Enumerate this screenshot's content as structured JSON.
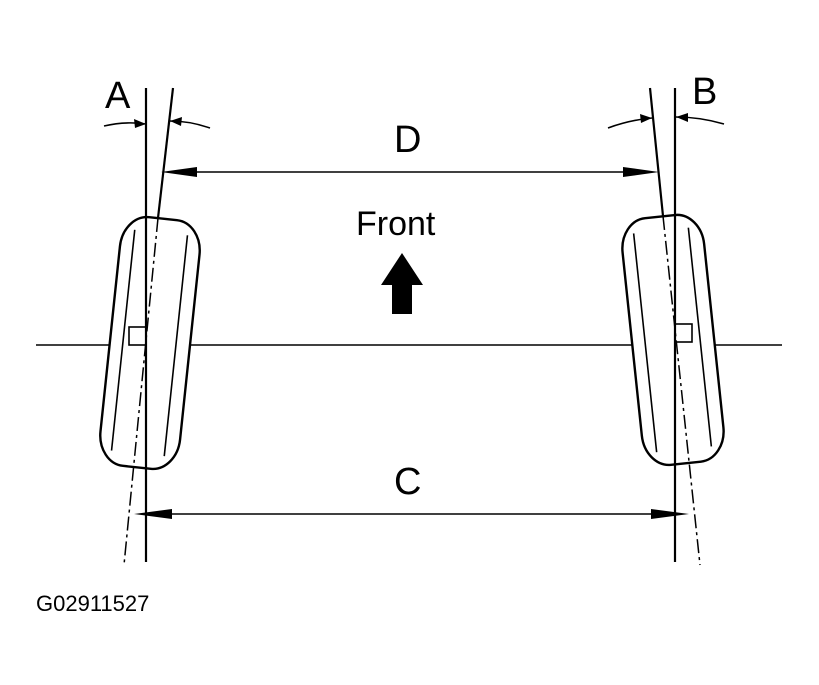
{
  "labels": {
    "front": "Front",
    "a": "A",
    "b": "B",
    "c": "C",
    "d": "D",
    "figure_id": "G02911527"
  }
}
